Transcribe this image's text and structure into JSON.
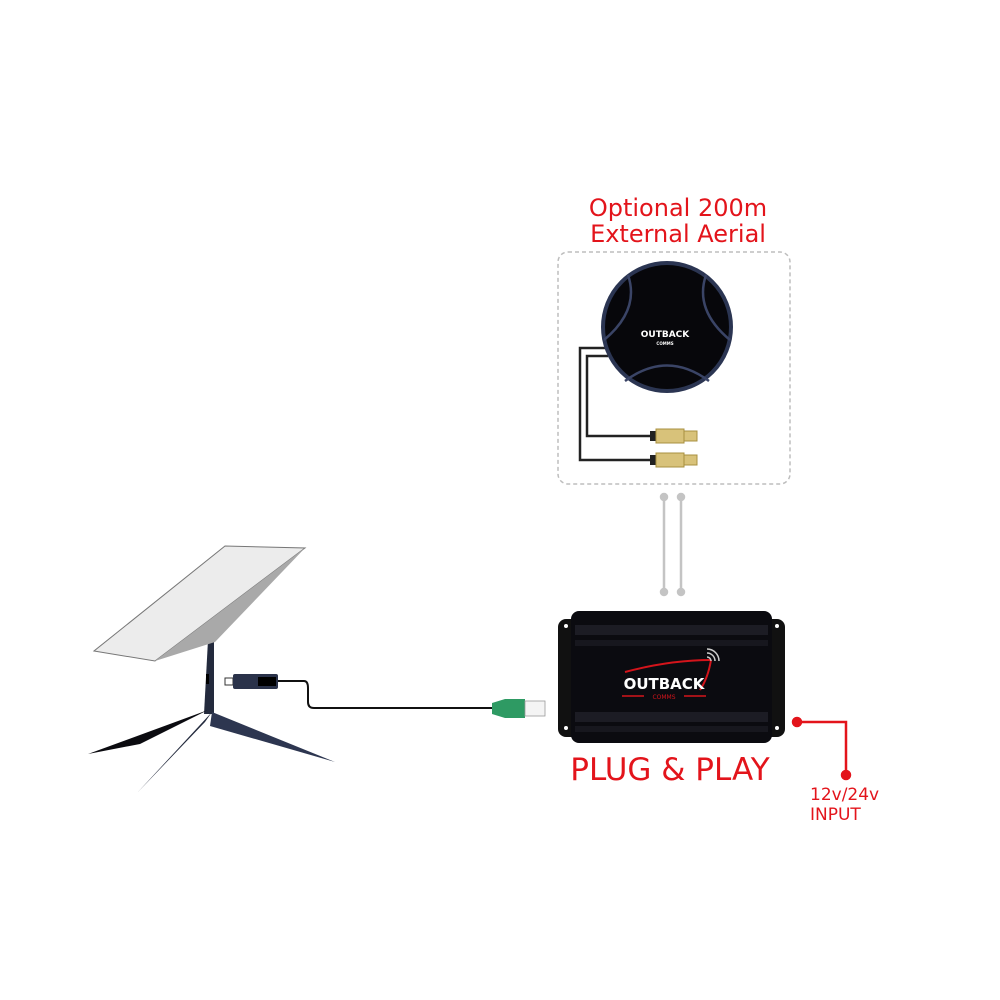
{
  "aerial": {
    "title_line1": "Optional 200m",
    "title_line2": "External Aerial",
    "logo_text": "OUTBACK",
    "logo_sub": "COMMS"
  },
  "router": {
    "logo_text": "OUTBACK",
    "logo_sub": "COMMS",
    "caption": "PLUG & PLAY"
  },
  "power": {
    "line1": "12v/24v",
    "line2": "INPUT"
  },
  "colors": {
    "accent_red": "#e3141b",
    "device_black": "#0b0b10",
    "ethernet_green": "#2e9a63",
    "connector_gold": "#d8c27a",
    "dish_panel": "#ececec"
  }
}
